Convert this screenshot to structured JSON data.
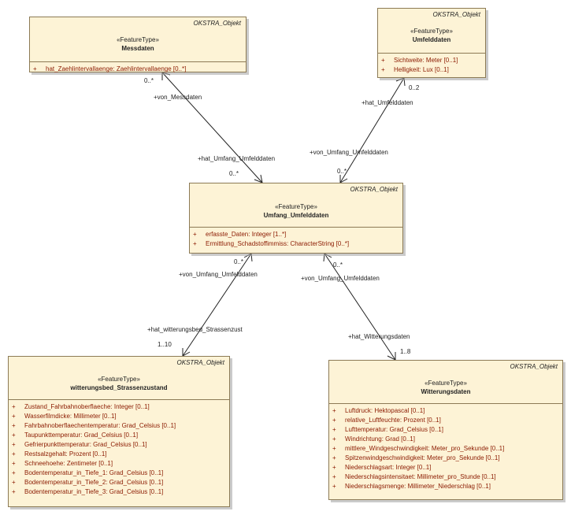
{
  "classes": {
    "messdaten": {
      "tag": "OKSTRA_Objekt",
      "stereotype": "«FeatureType»",
      "name": "Messdaten",
      "attributes": [
        {
          "vis": "+",
          "text": "hat_Zaehlintervallaenge: Zaehlintervallaenge [0..*]"
        }
      ]
    },
    "umfelddaten": {
      "tag": "OKSTRA_Objekt",
      "stereotype": "«FeatureType»",
      "name": "Umfelddaten",
      "attributes": [
        {
          "vis": "+",
          "text": "Sichtweite: Meter [0..1]"
        },
        {
          "vis": "+",
          "text": "Helligkeit: Lux [0..1]"
        }
      ]
    },
    "umfang": {
      "tag": "OKSTRA_Objekt",
      "stereotype": "«FeatureType»",
      "name": "Umfang_Umfelddaten",
      "attributes": [
        {
          "vis": "+",
          "text": "erfasste_Daten: Integer [1..*]"
        },
        {
          "vis": "+",
          "text": "Ermittlung_Schadstoffimmiss: CharacterString [0..*]"
        }
      ]
    },
    "strassenzustand": {
      "tag": "OKSTRA_Objekt",
      "stereotype": "«FeatureType»",
      "name": "witterungsbed_Strassenzustand",
      "attributes": [
        {
          "vis": "+",
          "text": "Zustand_Fahrbahnoberflaeche: Integer [0..1]"
        },
        {
          "vis": "+",
          "text": "Wasserfilmdicke: Millimeter [0..1]"
        },
        {
          "vis": "+",
          "text": "Fahrbahnoberflaechentemperatur: Grad_Celsius [0..1]"
        },
        {
          "vis": "+",
          "text": "Taupunkttemperatur: Grad_Celsius [0..1]"
        },
        {
          "vis": "+",
          "text": "Gefrierpunkttemperatur: Grad_Celsius [0..1]"
        },
        {
          "vis": "+",
          "text": "Restsalzgehalt: Prozent [0..1]"
        },
        {
          "vis": "+",
          "text": "Schneehoehe: Zentimeter [0..1]"
        },
        {
          "vis": "+",
          "text": "Bodentemperatur_in_Tiefe_1: Grad_Celsius [0..1]"
        },
        {
          "vis": "+",
          "text": "Bodentemperatur_in_Tiefe_2: Grad_Celsius [0..1]"
        },
        {
          "vis": "+",
          "text": "Bodentemperatur_in_Tiefe_3: Grad_Celsius [0..1]"
        }
      ]
    },
    "witterungsdaten": {
      "tag": "OKSTRA_Objekt",
      "stereotype": "«FeatureType»",
      "name": "Witterungsdaten",
      "attributes": [
        {
          "vis": "+",
          "text": "Luftdruck: Hektopascal [0..1]"
        },
        {
          "vis": "+",
          "text": "relative_Luftfeuchte: Prozent [0..1]"
        },
        {
          "vis": "+",
          "text": "Lufttemperatur: Grad_Celsius [0..1]"
        },
        {
          "vis": "+",
          "text": "Windrichtung: Grad [0..1]"
        },
        {
          "vis": "+",
          "text": "mittlere_Windgeschwindigkeit: Meter_pro_Sekunde [0..1]"
        },
        {
          "vis": "+",
          "text": "Spitzenwindgeschwindigkeit: Meter_pro_Sekunde [0..1]"
        },
        {
          "vis": "+",
          "text": "Niederschlagsart: Integer [0..1]"
        },
        {
          "vis": "+",
          "text": "Niederschlagsintensitaet: Millimeter_pro_Stunde [0..1]"
        },
        {
          "vis": "+",
          "text": "Niederschlagsmenge: Millimeter_Niederschlag [0..1]"
        }
      ]
    }
  },
  "associations": {
    "messdaten": {
      "role_top": "+von_Messdaten",
      "mult_top": "0..*",
      "role_bottom": "+hat_Umfang_Umfelddaten",
      "mult_bottom": "0..*"
    },
    "umfelddaten": {
      "role_top": "+hat_Umfelddaten",
      "mult_top": "0..2",
      "role_bottom": "+von_Umfang_Umfelddaten",
      "mult_bottom": "0..*"
    },
    "strassenzustand": {
      "role_top": "+von_Umfang_Umfelddaten",
      "mult_top": "0..*",
      "role_bottom": "+hat_witterungsbed_Strassenzust",
      "mult_bottom": "1..10"
    },
    "witterungsdaten": {
      "role_top": "+von_Umfang_Umfelddaten",
      "mult_top": "0..*",
      "role_bottom": "+hat_Witterungsdaten",
      "mult_bottom": "1..8"
    }
  }
}
